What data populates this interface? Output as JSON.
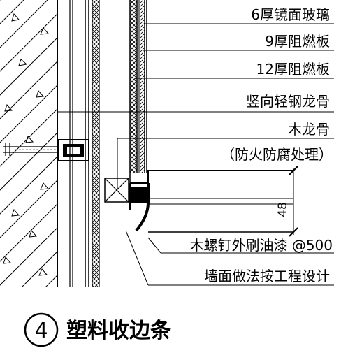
{
  "labels": {
    "mirror_glass": "6厚镜面玻璃",
    "fire_board_9": "9厚阻燃板",
    "fire_board_12": "12厚阻燃板",
    "steel_keel": "竖向轻钢龙骨",
    "wood_keel": "木龙骨",
    "wood_keel_note": "（防火防腐处理）",
    "dimension": "48",
    "screw_note": "木螺钉外刷油漆 @500",
    "wall_note": "墙面做法按工程设计"
  },
  "title": {
    "number": "4",
    "text": "塑料收边条"
  }
}
